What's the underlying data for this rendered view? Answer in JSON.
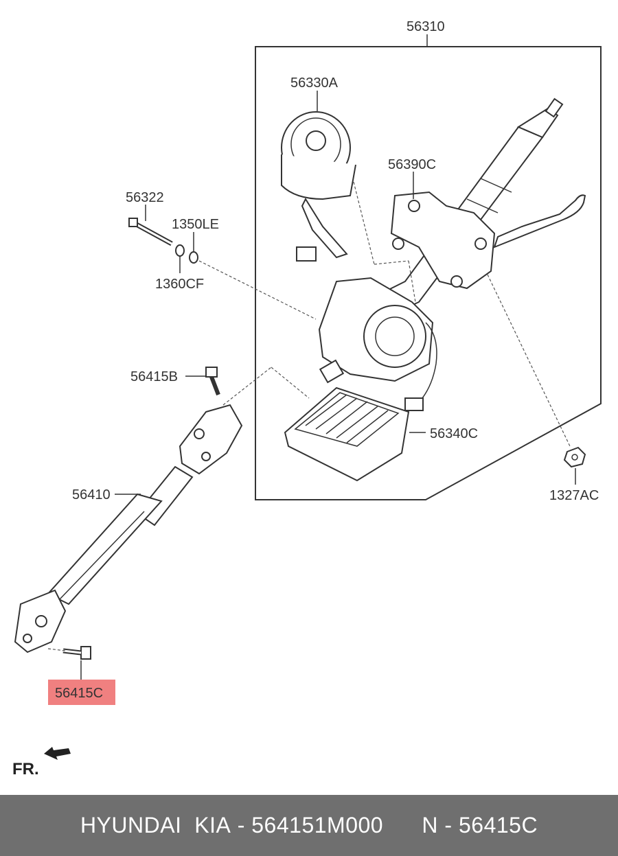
{
  "labels": {
    "assembly": "56310",
    "motor": "56330A",
    "bracket": "56390C",
    "bolt_top": "56322",
    "washer_a": "1350LE",
    "washer_b": "1360CF",
    "bolt_joint": "56415B",
    "module": "56340C",
    "nut": "1327AC",
    "shaft": "56410",
    "bolt_highlight": "56415C"
  },
  "highlight_color": "#f08080",
  "direction_label": "FR.",
  "footer": {
    "brand": "HYUNDAI  KIA",
    "separator1": " - ",
    "part_number": "564151M000",
    "gap": "      ",
    "prefix": "N",
    "separator2": " - ",
    "ref": "56415C"
  }
}
